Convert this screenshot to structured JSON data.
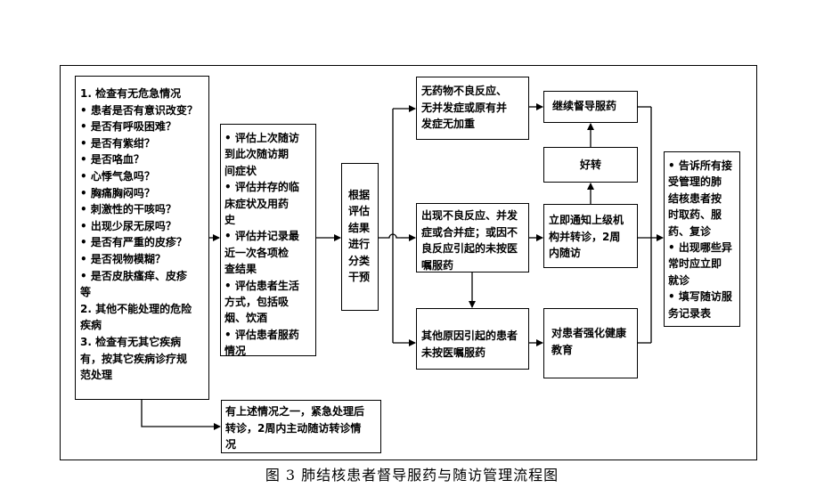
{
  "caption": "图 3 肺结核患者督导服药与随访管理流程图",
  "box1": {
    "lines": [
      "1. 检查有无危急情况",
      "• 患者是否有意识改变？",
      "• 是否有呼吸困难？",
      "• 是否有紫绀？",
      "• 是否咯血？",
      "• 心悸气急吗？",
      "• 胸痛胸闷吗？",
      "• 刺激性的干咳吗？",
      "• 出现少尿无尿吗？",
      "• 是否有严重的皮疹？",
      "• 是否视物模糊？",
      "• 是否皮肤瘙痒、皮疹",
      "等",
      "2. 其他不能处理的危险",
      "疾病",
      "3. 检查有无其它疾病",
      "有，按其它疾病诊疗规",
      "范处理"
    ]
  },
  "box2": {
    "lines": [
      "• 评估上次随访",
      "到此次随访期",
      "间症状",
      "• 评估并存的临",
      "床症状及用药",
      "史",
      "• 评估并记录最",
      "近一次各项检",
      "查结果",
      "• 评估患者生活",
      "方式，包括吸",
      "烟、饮酒",
      "• 评估患者服药",
      "情况"
    ]
  },
  "box3": {
    "lines": [
      "根据",
      "评估",
      "结果",
      "进行",
      "分类",
      "干预"
    ]
  },
  "box4": {
    "lines": [
      "无药物不良反应、",
      "无并发症或原有并",
      "发症无加重"
    ]
  },
  "box5": {
    "lines": [
      "出现不良反应、并发",
      "症或合并症；或因不",
      "良反应引起的未按医",
      "嘱服药"
    ]
  },
  "box6": {
    "lines": [
      "其他原因引起的患者",
      "未按医嘱服药"
    ]
  },
  "box7": {
    "lines": [
      "继续督导服药"
    ]
  },
  "box8": {
    "lines": [
      "好转"
    ]
  },
  "box9": {
    "lines": [
      "立即通知上级机",
      "构并转诊，2周",
      "内随访"
    ]
  },
  "box10": {
    "lines": [
      "对患者强化健康",
      "教育"
    ]
  },
  "box11": {
    "lines": [
      "• 告诉所有接",
      "受管理的肺",
      "结核患者按",
      "时取药、服",
      "药、复诊",
      "• 出现哪些异",
      "常时应立即",
      "就诊",
      "• 填写随访服",
      "务记录表"
    ]
  },
  "box12": {
    "lines": [
      "有上述情况之一，紧急处理后",
      "转诊，2周内主动随访转诊情",
      "况"
    ]
  }
}
